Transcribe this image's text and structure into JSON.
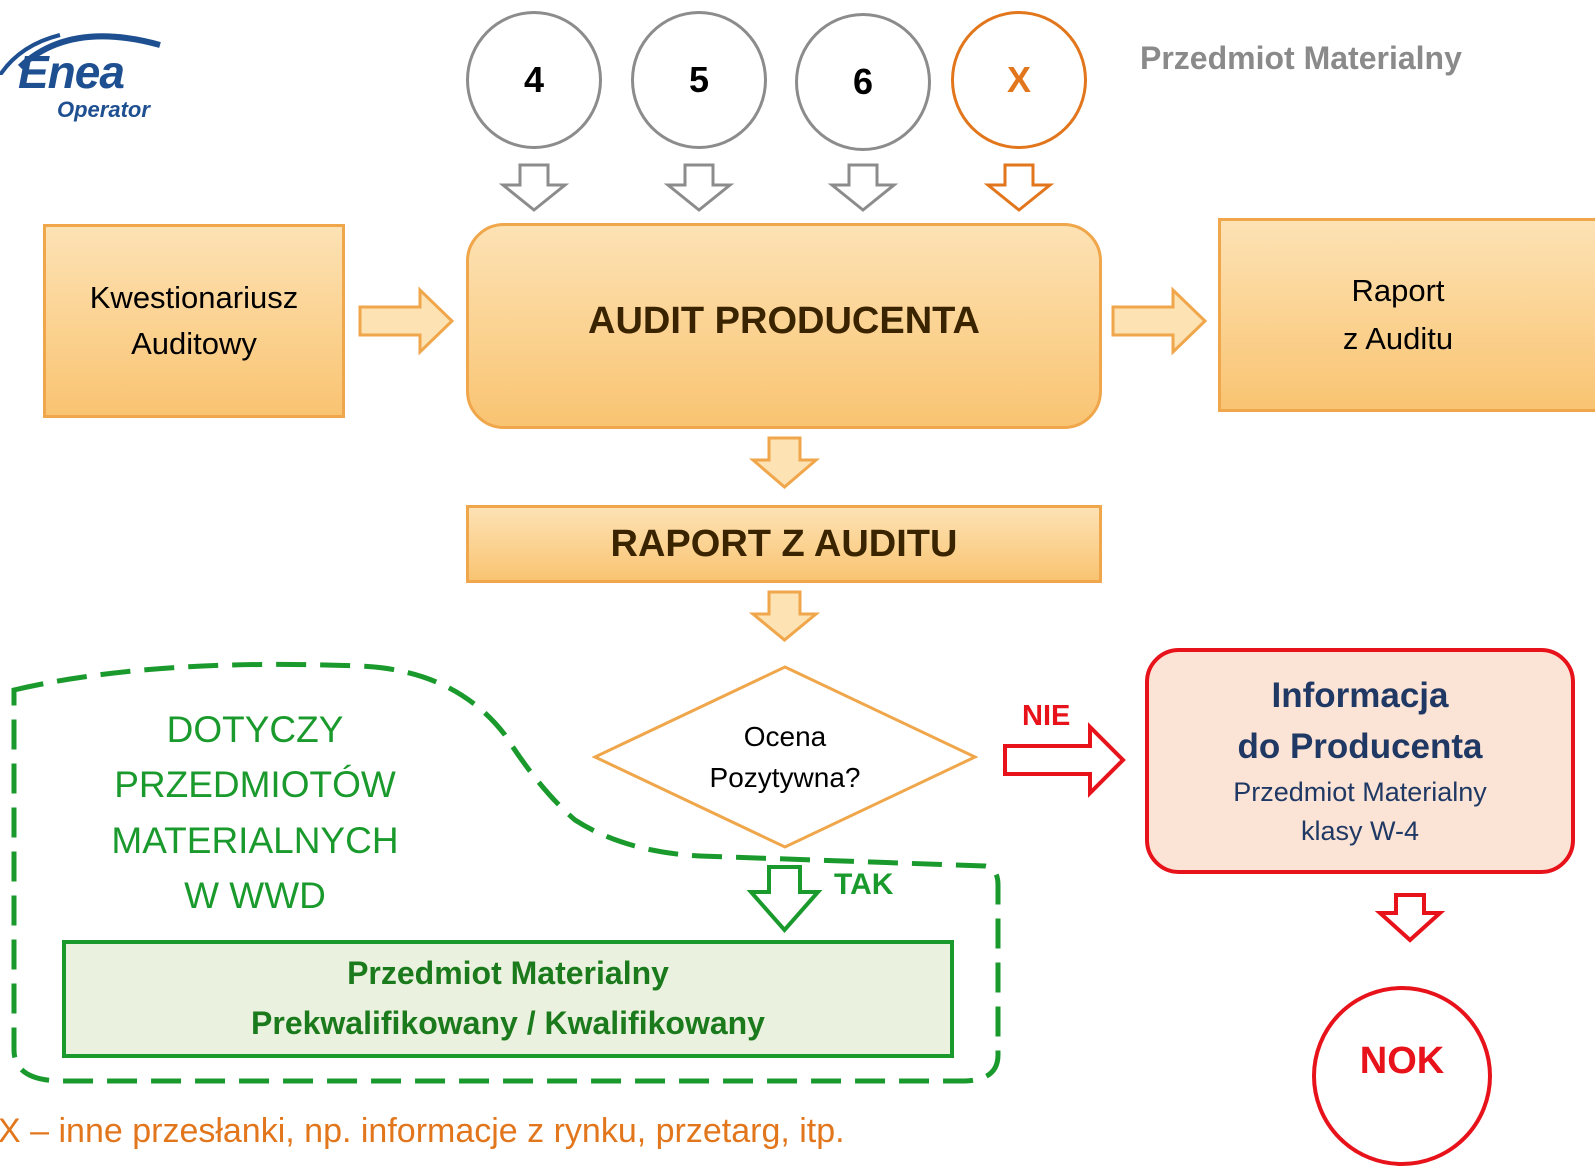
{
  "logo": {
    "brand": "Enea",
    "sub": "Operator"
  },
  "header": {
    "title": "Przedmiot Materialny"
  },
  "inputs": [
    {
      "label": "4",
      "color": "#8c8c8c"
    },
    {
      "label": "5",
      "color": "#8c8c8c"
    },
    {
      "label": "6",
      "color": "#8c8c8c"
    },
    {
      "label": "X",
      "color": "#e2761c"
    }
  ],
  "nodes": {
    "questionnaire": {
      "line1": "Kwestionariusz",
      "line2": "Auditowy"
    },
    "audit": {
      "label": "AUDIT PRODUCENTA"
    },
    "report_out": {
      "line1": "Raport",
      "line2": "z Auditu"
    },
    "report": {
      "label": "RAPORT Z AUDITU"
    },
    "decision": {
      "line1": "Ocena",
      "line2": "Pozytywna?"
    },
    "info": {
      "title1": "Informacja",
      "title2": "do Producenta",
      "line1": "Przedmiot Materialny",
      "line2": "klasy W-4"
    },
    "nok": {
      "label": "NOK"
    },
    "qualified": {
      "line1": "Przedmiot Materialny",
      "line2": "Prekwalifikowany / Kwalifikowany"
    }
  },
  "edges": {
    "no": "NIE",
    "yes": "TAK"
  },
  "region": {
    "lines": [
      "DOTYCZY",
      "PRZEDMIOTÓW",
      "MATERIALNYCH",
      "W WWD"
    ]
  },
  "footnote": "X – inne przesłanki, np. informacje z rynku, przetarg, itp.",
  "colors": {
    "orange": "#f0a64a",
    "orange_dark": "#e2761c",
    "grey": "#8c8c8c",
    "red": "#e8121b",
    "green": "#1a9a2c",
    "navy": "#1f3864"
  }
}
